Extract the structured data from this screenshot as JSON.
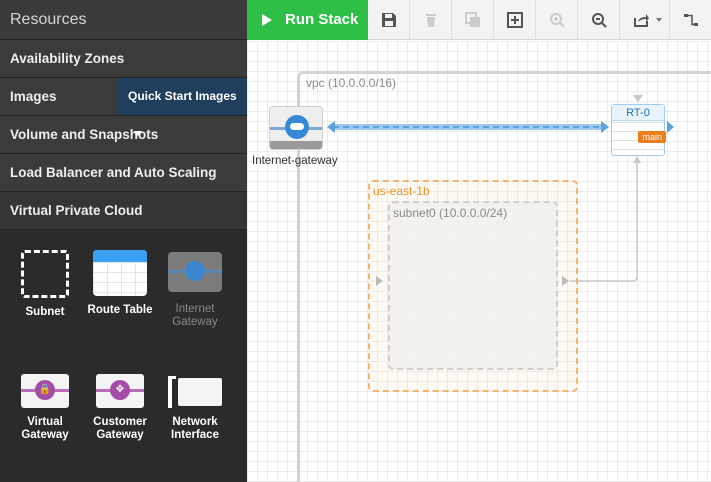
{
  "sidebar": {
    "title": "Resources",
    "items": [
      {
        "label": "Availability Zones"
      },
      {
        "label": "Images"
      },
      {
        "label": "Volume and Snapshots"
      },
      {
        "label": "Load Balancer and Auto Scaling"
      },
      {
        "label": "Virtual Private Cloud"
      }
    ],
    "images_dropdown_label": "Quick Start Images"
  },
  "palette": {
    "subnet": {
      "line1": "Subnet",
      "line2": ""
    },
    "route_table": {
      "line1": "Route Table",
      "line2": ""
    },
    "internet_gateway": {
      "line1": "Internet",
      "line2": "Gateway"
    },
    "virtual_gateway": {
      "line1": "Virtual",
      "line2": "Gateway"
    },
    "customer_gateway": {
      "line1": "Customer",
      "line2": "Gateway"
    },
    "network_interface": {
      "line1": "Network",
      "line2": "Interface"
    }
  },
  "toolbar": {
    "run_label": "Run Stack",
    "buttons": [
      "save-icon",
      "trash-icon",
      "duplicate-icon",
      "add-icon",
      "zoom-in-icon",
      "zoom-out-icon",
      "export-icon",
      "layout-icon"
    ]
  },
  "canvas": {
    "vpc_label": "vpc (10.0.0.0/16)",
    "igw_label": "Internet-gateway",
    "route_table_label": "RT-0",
    "route_table_badge": "main",
    "az_label": "us-east-1b",
    "subnet_label": "subnet0 (10.0.0.0/24)"
  },
  "colors": {
    "run": "#2fbf49",
    "sidebar": "#2b2b2b",
    "az_border": "#f3b56f",
    "link": "#7fb4e8",
    "badge": "#f07d1b"
  }
}
